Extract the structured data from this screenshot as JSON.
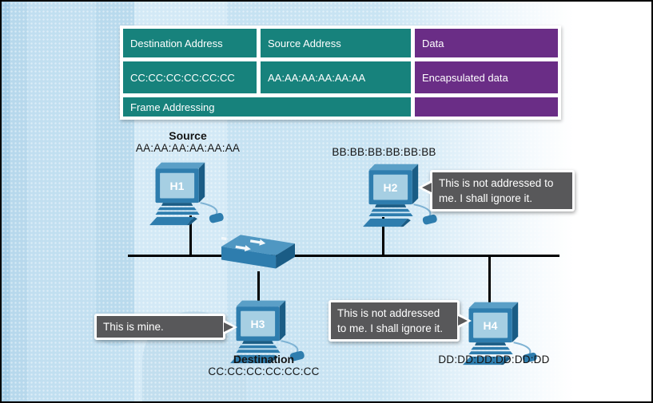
{
  "frame_table": {
    "headers": [
      "Destination Address",
      "Source Address",
      "Data"
    ],
    "values": [
      "CC:CC:CC:CC:CC:CC",
      "AA:AA:AA:AA:AA:AA",
      "Encapsulated data"
    ],
    "footer": "Frame Addressing"
  },
  "hosts": {
    "h1": {
      "name": "H1",
      "role": "Source",
      "mac": "AA:AA:AA:AA:AA:AA"
    },
    "h2": {
      "name": "H2",
      "mac": "BB:BB:BB:BB:BB:BB"
    },
    "h3": {
      "name": "H3",
      "role": "Destination",
      "mac": "CC:CC:CC:CC:CC:CC"
    },
    "h4": {
      "name": "H4",
      "mac": "DD:DD:DD:DD:DD:DD"
    }
  },
  "bubbles": {
    "h2": "This is not addressed to me. I shall ignore it.",
    "h3": "This is mine.",
    "h4": "This is not addressed to me. I shall ignore it."
  },
  "colors": {
    "teal": "#17827c",
    "purple": "#6a2d86",
    "bubble": "#58585a",
    "device-blue": "#2e7dae",
    "device-dark": "#1a5c85",
    "device-light": "#5a9fc7",
    "screen-blue": "#a6cfe3",
    "background-blue": "#c9e4f3"
  }
}
